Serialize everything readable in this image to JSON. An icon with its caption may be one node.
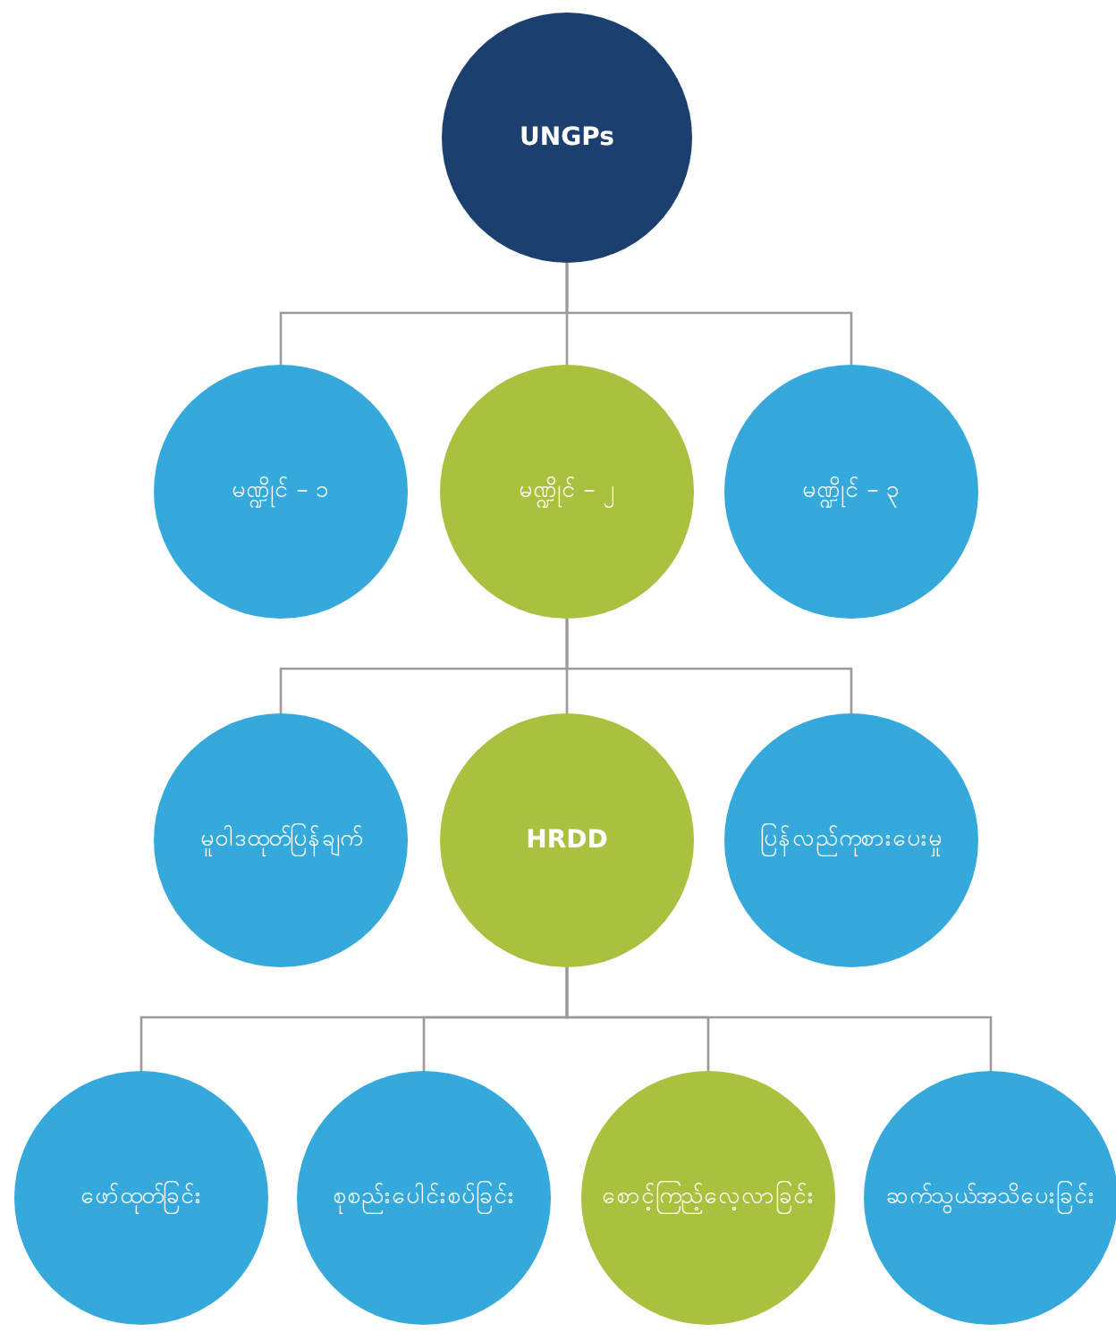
{
  "diagram": {
    "nodes": [
      {
        "text": [
          "UNGPs"
        ]
      },
      {
        "text": [
          "မဏ္ဍိုင် – ၁"
        ]
      },
      {
        "text": [
          "မဏ္ဍိုင် – ၂"
        ]
      },
      {
        "text": [
          "မဏ္ဍိုင် – ၃"
        ]
      },
      {
        "text": [
          "မူဝါဒထုတ်ပြန်ချက်"
        ]
      },
      {
        "text": [
          "HRDD"
        ]
      },
      {
        "text": [
          "ပြန်လည်ကုစားပေးမှု"
        ]
      },
      {
        "text": [
          "ဖော်ထုတ်ခြင်း"
        ]
      },
      {
        "text": [
          "စုစည်းပေါင်းစပ်ခြင်း"
        ]
      },
      {
        "text": [
          "စောင့်ကြည့်လေ့လာခြင်း"
        ]
      },
      {
        "text": [
          "ဆက်သွယ်အသိပေးခြင်း"
        ]
      }
    ],
    "edges": [
      {
        "from": 0,
        "to": 1,
        "arrow": "none"
      },
      {
        "from": 0,
        "to": 2,
        "arrow": "none"
      },
      {
        "from": 0,
        "to": 3,
        "arrow": "none"
      },
      {
        "from": 2,
        "to": 4,
        "arrow": "none"
      },
      {
        "from": 2,
        "to": 5,
        "arrow": "none"
      },
      {
        "from": 2,
        "to": 6,
        "arrow": "none"
      },
      {
        "from": 5,
        "to": 7,
        "arrow": "none"
      },
      {
        "from": 5,
        "to": 8,
        "arrow": "none"
      },
      {
        "from": 5,
        "to": 9,
        "arrow": "none"
      },
      {
        "from": 5,
        "to": 10,
        "arrow": "none"
      }
    ]
  }
}
